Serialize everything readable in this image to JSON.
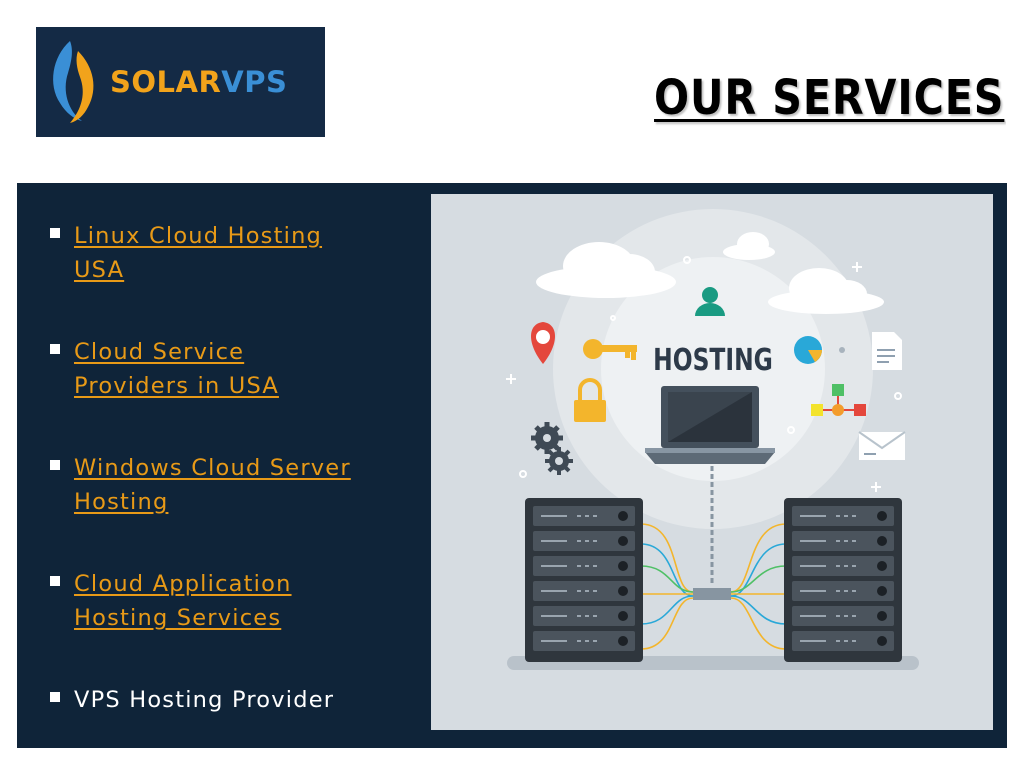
{
  "logo": {
    "part1": "SOLAR",
    "part2": "VPS"
  },
  "title": "OUR SERVICES",
  "services": [
    {
      "line1": "Linux Cloud Hosting",
      "line2": "USA",
      "is_link": true
    },
    {
      "line1": "Cloud Service",
      "line2": "Providers in USA",
      "is_link": true
    },
    {
      "line1": "Windows Cloud Server",
      "line2": "Hosting",
      "is_link": true
    },
    {
      "line1": "Cloud Application",
      "line2": "Hosting Services",
      "is_link": true
    },
    {
      "line1": "VPS Hosting Provider",
      "is_link": false
    }
  ],
  "illustration": {
    "label": "HOSTING"
  },
  "colors": {
    "panel": "#0f2439",
    "link": "#e89a17",
    "logo_bg": "#142a45"
  },
  "icons": [
    "flame-logo-icon",
    "location-pin-icon",
    "key-icon",
    "user-icon",
    "pie-chart-icon",
    "document-icon",
    "lock-icon",
    "network-icon",
    "gears-icon",
    "mail-icon",
    "laptop-icon",
    "server-rack-icon",
    "cloud-icon"
  ]
}
